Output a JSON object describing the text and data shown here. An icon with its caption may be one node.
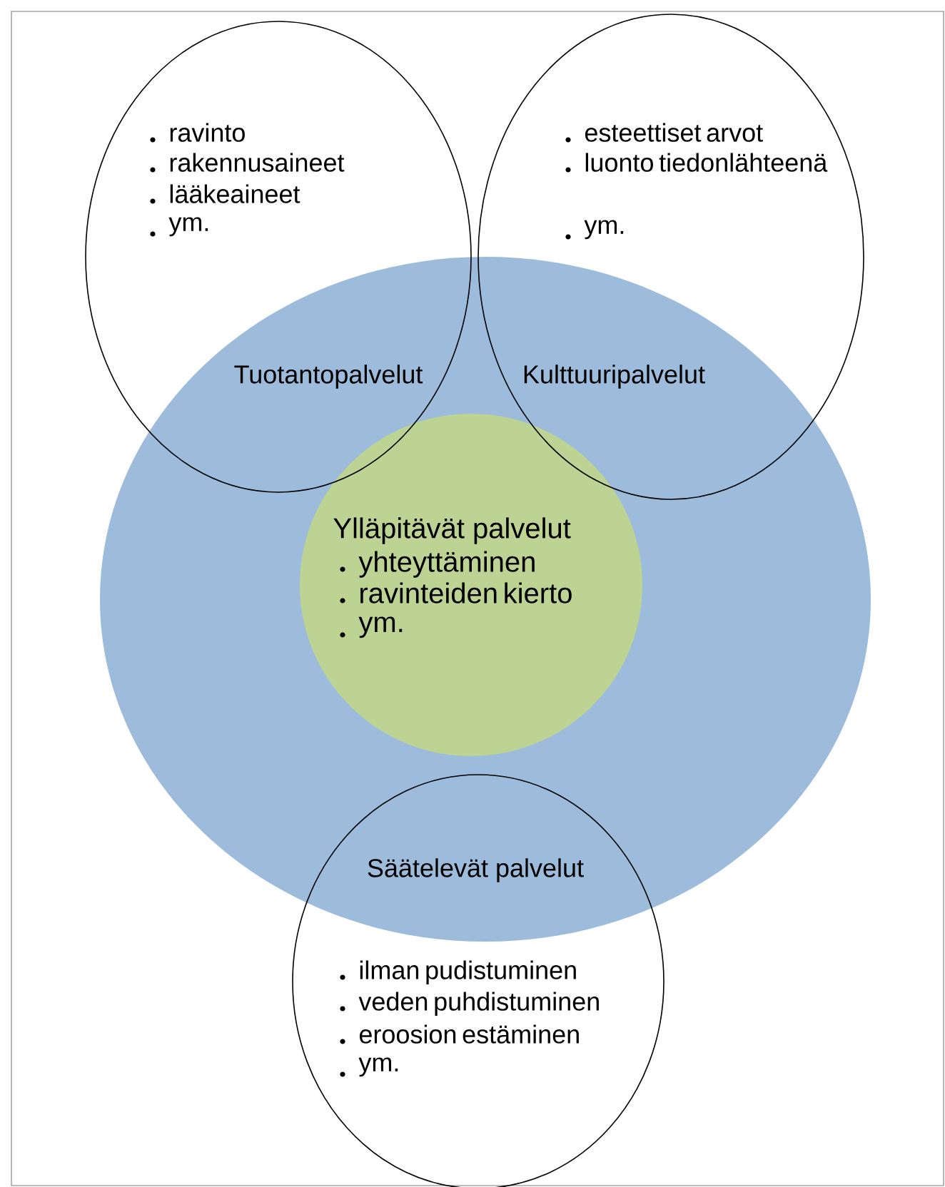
{
  "diagram": {
    "nodes": [
      {
        "text": [],
        "shape": "ellipse"
      },
      {
        "text": [
          "Ylläpitävät palvelut",
          "yhteyttäminen",
          "ravinteiden kierto",
          "ym."
        ],
        "in": 0
      },
      {
        "text": [
          "ravinto",
          "rakennusaineet",
          "lääkeaineet",
          "ym.",
          "Tuotantopalvelut"
        ]
      },
      {
        "text": [
          "esteettiset arvot",
          "luonto tiedonlähteenä",
          "ym.",
          "Kulttuuripalvelut"
        ]
      },
      {
        "text": [
          "Säätelevät palvelut",
          "ilman pudistuminen",
          "veden puhdistuminen",
          "eroosion estäminen",
          "ym."
        ]
      }
    ]
  }
}
